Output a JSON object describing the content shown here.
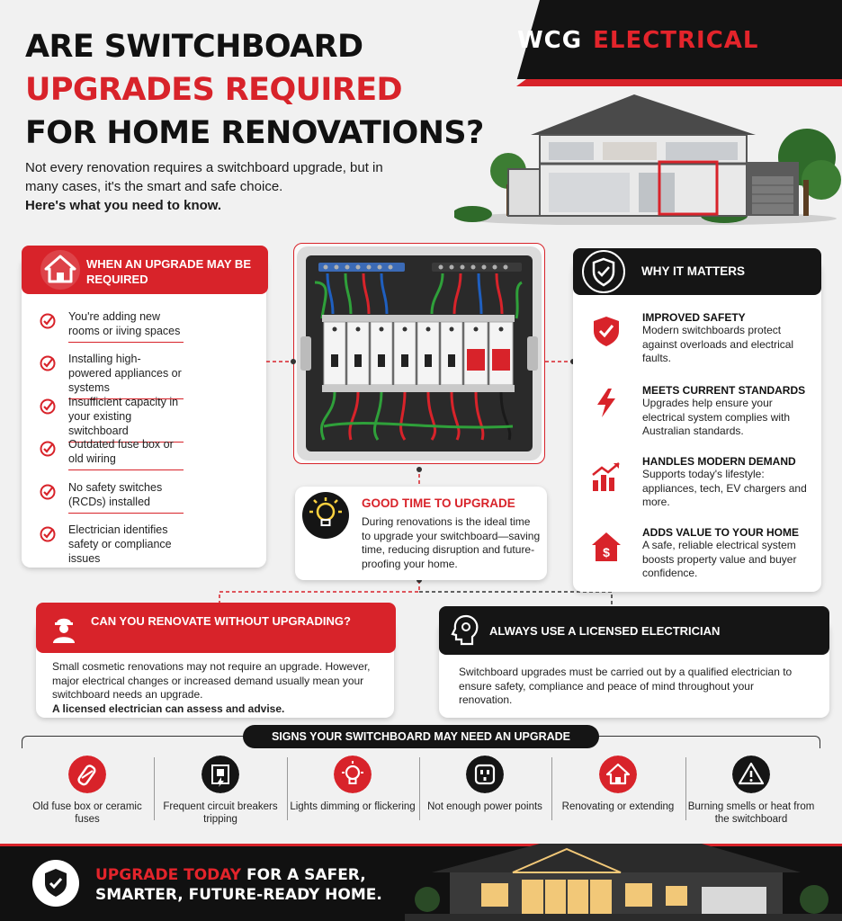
{
  "brand": {
    "logo_white": "WCG",
    "logo_red": "ELECTRICAL",
    "accent": "#d8232a",
    "dark": "#151515"
  },
  "header": {
    "title_line1": "ARE SWITCHBOARD",
    "title_line2": "UPGRADES REQUIRED",
    "title_line3": "FOR HOME RENOVATIONS?",
    "intro": "Not every renovation requires a switchboard upgrade, but in many cases, it's the smart and safe choice.",
    "intro_bold": "Here's what you need to know."
  },
  "when_upgrade": {
    "title": "WHEN AN UPGRADE MAY BE REQUIRED",
    "icon": "house-icon",
    "items": [
      "You're adding new rooms or iiving spaces",
      "Installing high-powered appliances or systems",
      "Insufficient capacity in your existing switchboard",
      "Outdated fuse box or old wiring",
      "No safety switches (RCDs) installed",
      "Electrician identifies safety or compliance issues"
    ]
  },
  "good_time": {
    "title": "GOOD TIME TO UPGRADE",
    "icon": "lightbulb-icon",
    "text": "During renovations is the ideal time to upgrade your switchboard—saving time, reducing disruption and future-proofing your home."
  },
  "why_matters": {
    "title": "WHY IT MATTERS",
    "icon": "shield-check-icon",
    "items": [
      {
        "title": "IMPROVED SAFETY",
        "text": "Modern switchboards protect against overloads and electrical faults.",
        "icon": "shield-icon"
      },
      {
        "title": "MEETS CURRENT STANDARDS",
        "text": "Upgrades help ensure your electrical system complies with Australian standards.",
        "icon": "lightning-icon"
      },
      {
        "title": "HANDLES MODERN DEMAND",
        "text": "Supports today's lifestyle: appliances, tech, EV chargers and more.",
        "icon": "chart-up-icon"
      },
      {
        "title": "ADDS VALUE TO YOUR HOME",
        "text": "A safe, reliable electrical system boosts property value and buyer confidence.",
        "icon": "house-dollar-icon"
      }
    ]
  },
  "can_renovate": {
    "title": "CAN YOU RENOVATE WITHOUT UPGRADING?",
    "icon": "electrician-icon",
    "text": "Small cosmetic renovations may not require an upgrade. However, major electrical changes or increased demand usually mean your switchboard needs an upgrade.",
    "bold": "A licensed electrician can assess and advise."
  },
  "licensed": {
    "title": "ALWAYS USE A LICENSED ELECTRICIAN",
    "icon": "head-gear-icon",
    "text": "Switchboard upgrades must be carried out by a qualified electrician to ensure safety, compliance and peace of mind throughout your renovation."
  },
  "signs": {
    "title": "SIGNS YOUR SWITCHBOARD MAY NEED AN UPGRADE",
    "items": [
      {
        "label": "Old fuse box or ceramic fuses",
        "icon": "fuse-icon"
      },
      {
        "label": "Frequent circuit breakers tripping",
        "icon": "breaker-icon"
      },
      {
        "label": "Lights dimming or flickering",
        "icon": "bulb-icon"
      },
      {
        "label": "Not enough power points",
        "icon": "power-point-icon"
      },
      {
        "label": "Renovating or extending",
        "icon": "house-icon"
      },
      {
        "label": "Burning smells or heat from the switchboard",
        "icon": "warning-icon"
      }
    ]
  },
  "footer": {
    "red_text": "UPGRADE TODAY",
    "text1": " FOR A SAFER,",
    "text2": "SMARTER, FUTURE-READY HOME.",
    "icon": "shield-check-icon"
  }
}
